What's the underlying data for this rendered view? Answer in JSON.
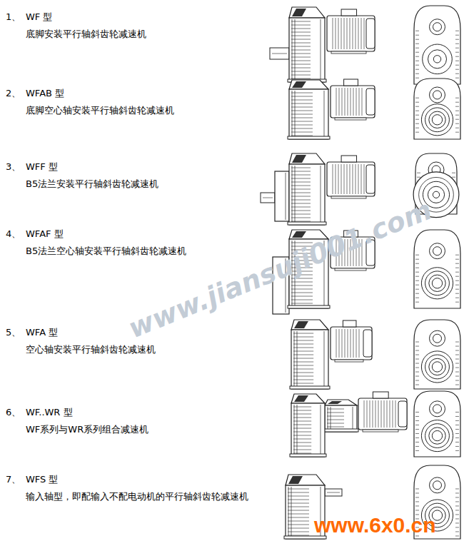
{
  "diagram": {
    "labels": [
      "1、",
      "WF 型",
      "底脚安装平行轴斜齿轮减速机",
      "2、",
      "WFAB 型",
      "底脚空心轴安装平行轴斜齿轮减速机",
      "3、",
      "WFF 型",
      "B5法兰安装平行轴斜齿轮减速机",
      "4、",
      "WFAF 型",
      "B5法兰空心轴安装平行轴斜齿轮减速机",
      "5、",
      "WFA 型",
      "空心轴安装平行轴斜齿轮减速机",
      "6、",
      "WF..WR 型",
      "WF系列与WR系列组合减速机",
      "7、",
      "WFS 型",
      "输入轴型，即配输入不配电动机的平行轴斜齿轮减速机",
      "www.jiansuji001.com",
      "www.6x0.cn"
    ]
  }
}
